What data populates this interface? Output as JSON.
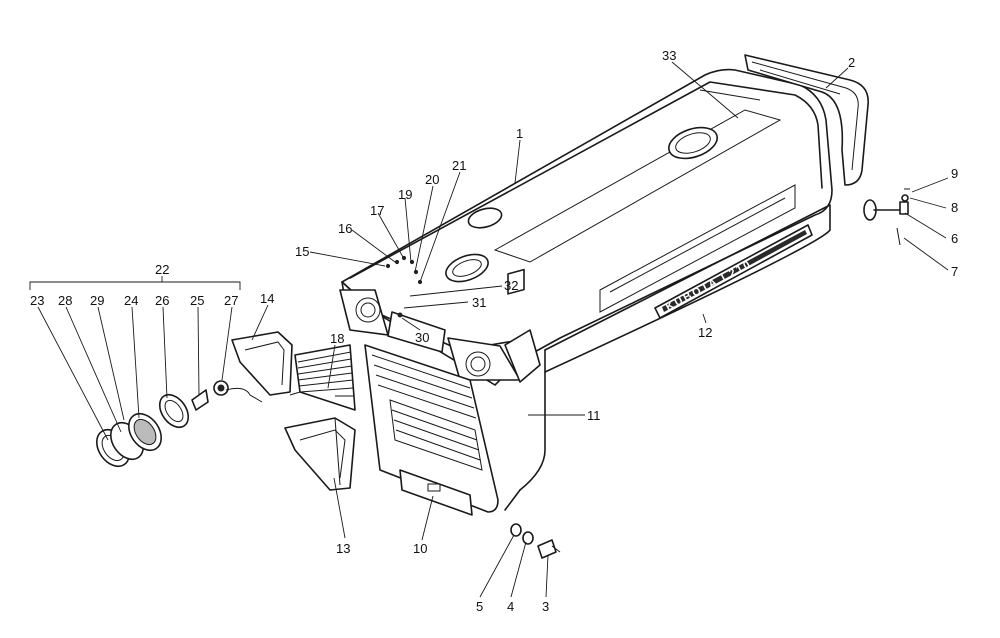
{
  "labels": {
    "l1": "1",
    "l2": "2",
    "l3": "3",
    "l4": "4",
    "l5": "5",
    "l6": "6",
    "l7": "7",
    "l8": "8",
    "l9": "9",
    "l10": "10",
    "l11": "11",
    "l12": "12",
    "l13": "13",
    "l14": "14",
    "l15": "15",
    "l16": "16",
    "l17": "17",
    "l18": "18",
    "l19": "19",
    "l20": "20",
    "l21": "21",
    "l22": "22",
    "l23": "23",
    "l24": "24",
    "l25": "25",
    "l26": "26",
    "l27": "27",
    "l28": "28",
    "l29": "29",
    "l30": "30",
    "l31": "31",
    "l32": "32",
    "l33": "33"
  },
  "emblem_text": "KUBOTA L210"
}
